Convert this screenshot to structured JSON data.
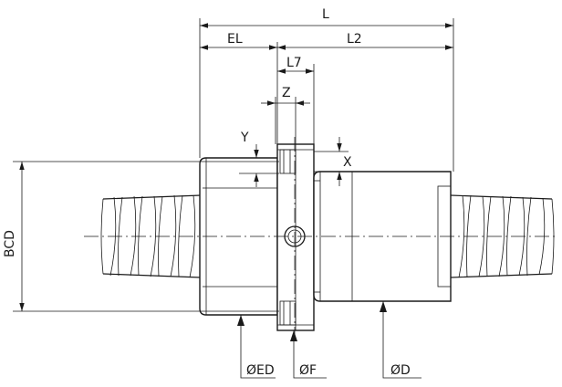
{
  "dimensions": {
    "L": "L",
    "EL": "EL",
    "L2": "L2",
    "L7": "L7",
    "Z": "Z",
    "Y": "Y",
    "X": "X",
    "BCD": "BCD",
    "ED": "ØED",
    "F": "ØF",
    "D": "ØD"
  }
}
